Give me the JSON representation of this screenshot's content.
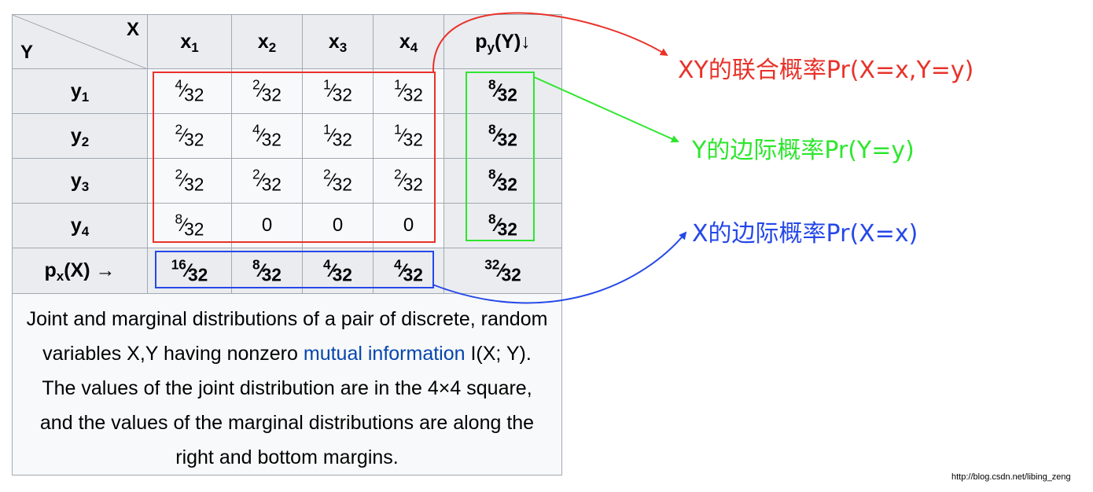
{
  "table": {
    "corner": {
      "x_label": "X",
      "y_label": "Y"
    },
    "col_headers": [
      {
        "var": "x",
        "sub": "1"
      },
      {
        "var": "x",
        "sub": "2"
      },
      {
        "var": "x",
        "sub": "3"
      },
      {
        "var": "x",
        "sub": "4"
      }
    ],
    "marginal_y_header": {
      "p": "p",
      "sub": "y",
      "rest": "(Y)↓"
    },
    "row_headers": [
      {
        "var": "y",
        "sub": "1"
      },
      {
        "var": "y",
        "sub": "2"
      },
      {
        "var": "y",
        "sub": "3"
      },
      {
        "var": "y",
        "sub": "4"
      }
    ],
    "joint": [
      [
        {
          "num": "4",
          "den": "32"
        },
        {
          "num": "2",
          "den": "32"
        },
        {
          "num": "1",
          "den": "32"
        },
        {
          "num": "1",
          "den": "32"
        }
      ],
      [
        {
          "num": "2",
          "den": "32"
        },
        {
          "num": "4",
          "den": "32"
        },
        {
          "num": "1",
          "den": "32"
        },
        {
          "num": "1",
          "den": "32"
        }
      ],
      [
        {
          "num": "2",
          "den": "32"
        },
        {
          "num": "2",
          "den": "32"
        },
        {
          "num": "2",
          "den": "32"
        },
        {
          "num": "2",
          "den": "32"
        }
      ],
      [
        {
          "num": "8",
          "den": "32"
        },
        {
          "plain": "0"
        },
        {
          "plain": "0"
        },
        {
          "plain": "0"
        }
      ]
    ],
    "marginal_y": [
      {
        "num": "8",
        "den": "32"
      },
      {
        "num": "8",
        "den": "32"
      },
      {
        "num": "8",
        "den": "32"
      },
      {
        "num": "8",
        "den": "32"
      }
    ],
    "marginal_x_header": {
      "p": "p",
      "sub": "x",
      "rest": "(X) →"
    },
    "marginal_x": [
      {
        "num": "16",
        "den": "32"
      },
      {
        "num": "8",
        "den": "32"
      },
      {
        "num": "4",
        "den": "32"
      },
      {
        "num": "4",
        "den": "32"
      }
    ],
    "total": {
      "num": "32",
      "den": "32"
    },
    "caption": {
      "part1": "Joint and marginal distributions of a pair of discrete, random variables X,Y having nonzero ",
      "link": "mutual information",
      "part2": " I(X; Y). The values of the joint distribution are in the 4×4 square, and the values of the marginal distributions are along the right and bottom margins."
    }
  },
  "annotations": {
    "joint": "XY的联合概率Pr(X=x,Y=y)",
    "marginal_y": "Y的边际概率Pr(Y=y)",
    "marginal_x": "X的边际概率Pr(X=x)"
  },
  "colors": {
    "red": "#e8322a",
    "green": "#2ee62e",
    "blue": "#2548e8",
    "link": "#0645ad"
  },
  "credit": "http://blog.csdn.net/libing_zeng"
}
